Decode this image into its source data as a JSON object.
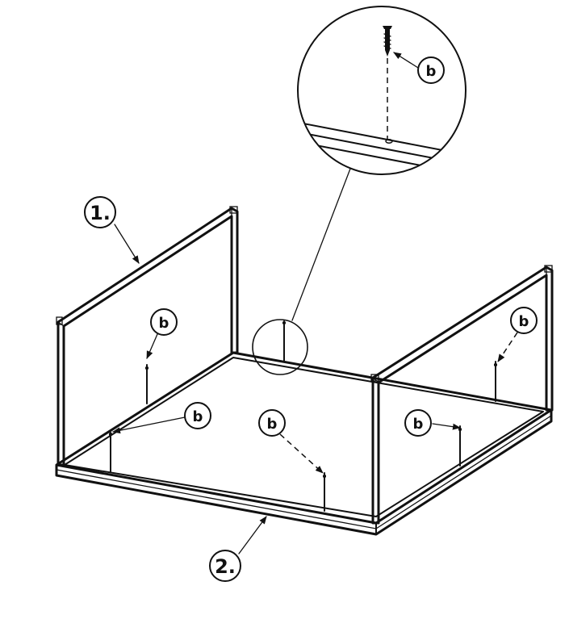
{
  "callouts": {
    "part_1": "1.",
    "part_2": "2."
  },
  "hardware": {
    "screw_label": "b"
  },
  "colors": {
    "line": "#111111",
    "background": "#ffffff"
  }
}
